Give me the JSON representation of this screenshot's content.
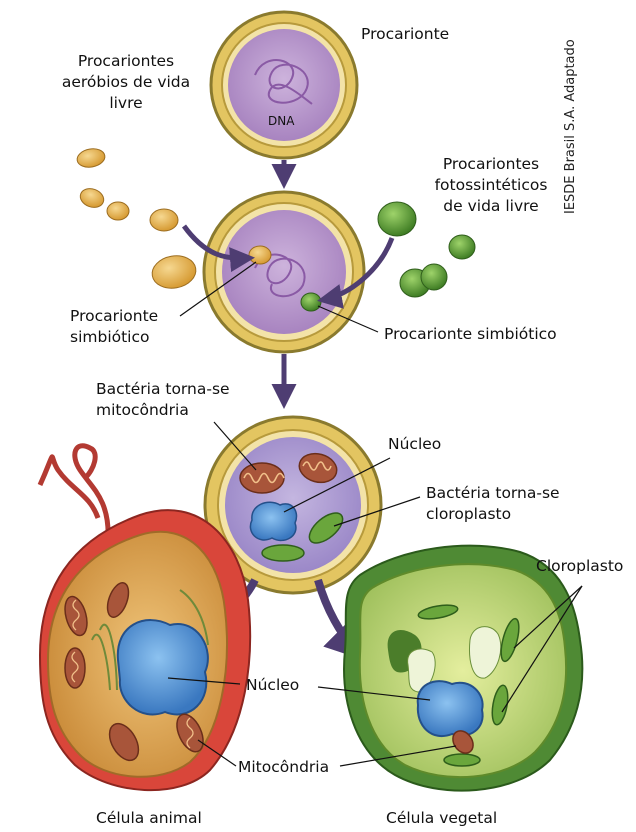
{
  "labels": {
    "procarionte": "Procarionte",
    "dna": "DNA",
    "aerobios": [
      "Procariontes",
      "aeróbios de vida",
      "livre"
    ],
    "fotossinteticos": [
      "Procariontes",
      "fotossintéticos",
      "de vida livre"
    ],
    "simbiotico_left": [
      "Procarionte",
      "simbiótico"
    ],
    "simbiotico_right": "Procarionte simbiótico",
    "mitocondria_becomes": [
      "Bactéria torna-se",
      "mitocôndria"
    ],
    "nucleo_top": "Núcleo",
    "cloroplasto_becomes": [
      "Bactéria torna-se",
      "cloroplasto"
    ],
    "cloroplasto": "Cloroplasto",
    "nucleo_bottom": "Núcleo",
    "mitocondria": "Mitocôndria",
    "celula_animal": "Célula animal",
    "celula_vegetal": "Célula vegetal"
  },
  "credit": "IESDE Brasil S.A. Adaptado",
  "colors": {
    "wall_yellow": "#e3c561",
    "wall_outline": "#8a7a2e",
    "cytoplasm_purple": "#b89acc",
    "aerobic_orange": "#e8b24a",
    "green_prokaryote": "#6aa63c",
    "arrow": "#4e3d72",
    "animal_red": "#d9463a",
    "animal_cytoplasm": "#e6b25c",
    "nucleus_blue": "#5a9bd8",
    "plant_green": "#8cb85a",
    "mitochondria": "#a8553a"
  }
}
